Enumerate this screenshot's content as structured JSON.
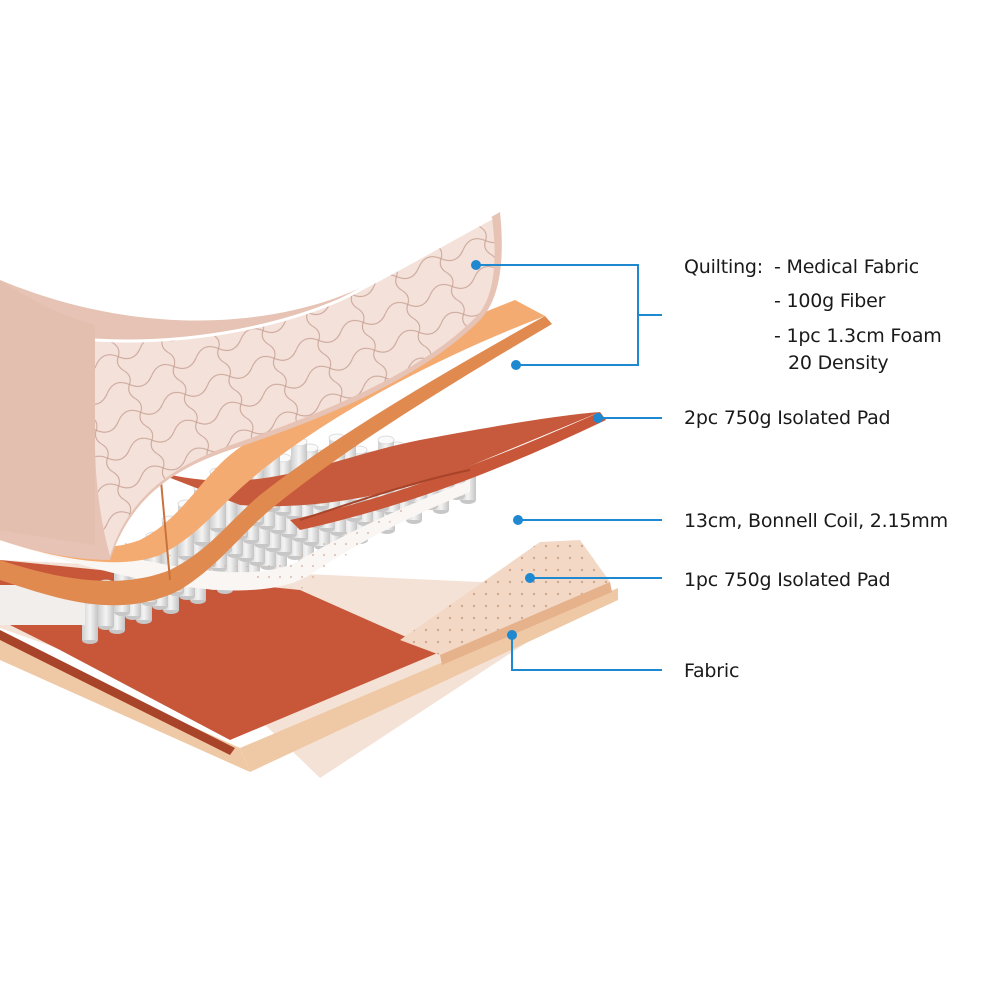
{
  "colors": {
    "leader_line": "#1e88d0",
    "dot": "#1e88d0",
    "quilt": "#e8c9bc",
    "foam": "#f0a468",
    "pad": "#c8573a",
    "coil": "#e6e6e6"
  },
  "labels": {
    "quilting": {
      "head": "Quilting:",
      "items": [
        "- Medical Fabric",
        "- 100g Fiber",
        "- 1pc 1.3cm Foam",
        "20 Density"
      ]
    },
    "pad_top": "2pc 750g Isolated Pad",
    "coil": "13cm, Bonnell Coil, 2.15mm",
    "pad_bottom": "1pc 750g Isolated Pad",
    "fabric": "Fabric"
  }
}
